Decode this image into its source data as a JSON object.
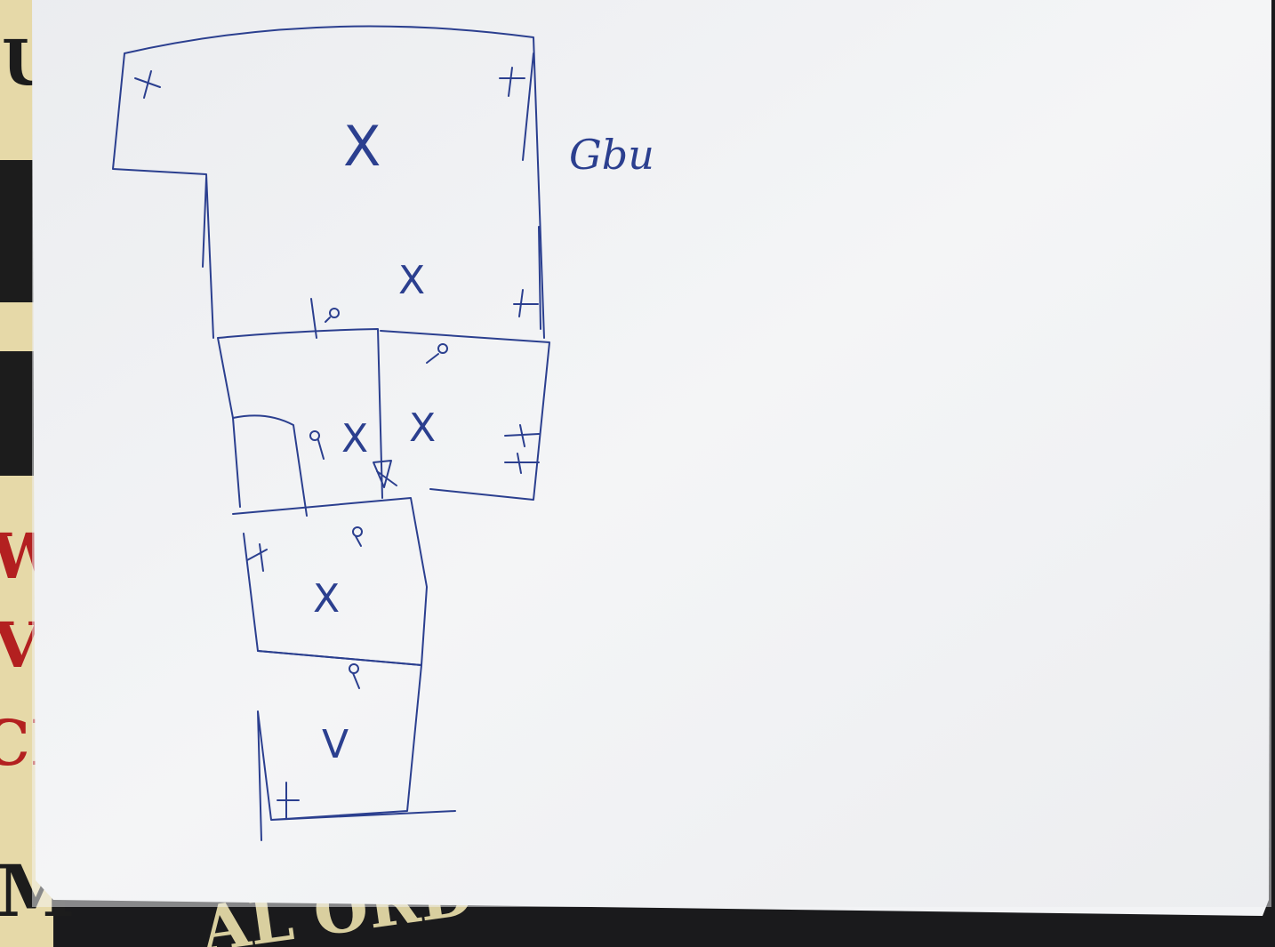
{
  "background": {
    "color": "#1a1a1c",
    "poster_color": "#e6d9a8",
    "poster_letters": [
      {
        "text": "U",
        "color": "#1c1c1c"
      },
      {
        "text": "W",
        "color": "#b32020"
      },
      {
        "text": "V",
        "color": "#b32020"
      },
      {
        "text": "CE",
        "color": "#b32020"
      },
      {
        "text": "M",
        "color": "#1c1c1c"
      }
    ],
    "bottom_text": "AL ORD"
  },
  "sheet": {
    "color": "#f2f3f5"
  },
  "sketch": {
    "ink_color": "#2b3f8f",
    "side_note": "Gbu",
    "room_marks": [
      "X",
      "X",
      "X",
      "X",
      "X",
      "V"
    ]
  }
}
